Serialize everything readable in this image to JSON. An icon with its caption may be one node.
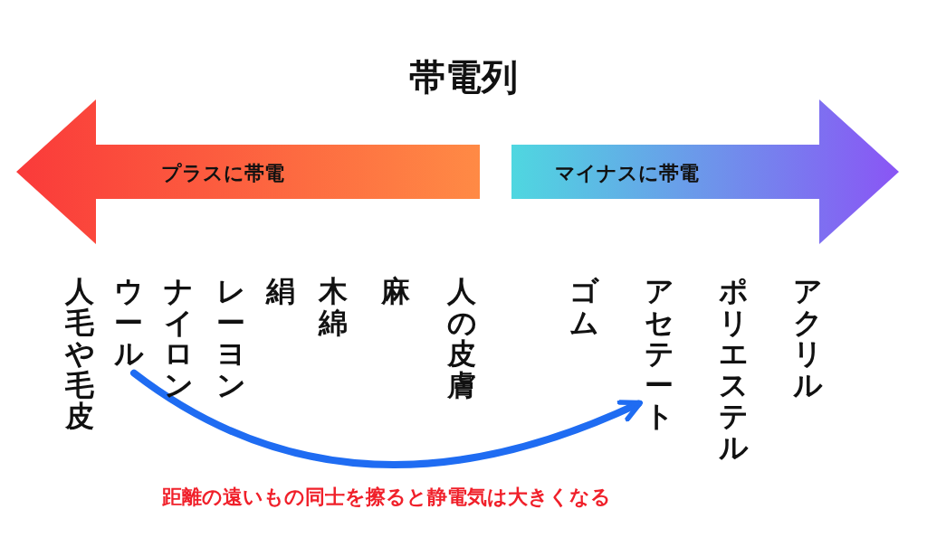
{
  "diagram": {
    "title": "帯電列",
    "nodes": [
      {
        "text": [
          "プラスに帯電"
        ]
      },
      {
        "text": [
          "マイナスに帯電"
        ]
      },
      {
        "text": [
          "人毛や毛皮"
        ]
      },
      {
        "text": [
          "ウール"
        ]
      },
      {
        "text": [
          "ナイロン"
        ]
      },
      {
        "text": [
          "レーヨン"
        ]
      },
      {
        "text": [
          "絹"
        ]
      },
      {
        "text": [
          "木綿"
        ]
      },
      {
        "text": [
          "麻"
        ]
      },
      {
        "text": [
          "人の皮膚"
        ]
      },
      {
        "text": [
          "ゴム"
        ]
      },
      {
        "text": [
          "アセテート"
        ]
      },
      {
        "text": [
          "ポリエステル"
        ]
      },
      {
        "text": [
          "アクリル"
        ]
      }
    ],
    "edges": [
      {
        "from": 3,
        "to": 11,
        "arrow": "to",
        "label": "距離の遠いもの同士を擦ると静電気は大きくなる",
        "color": "#1f6cf2"
      }
    ]
  }
}
